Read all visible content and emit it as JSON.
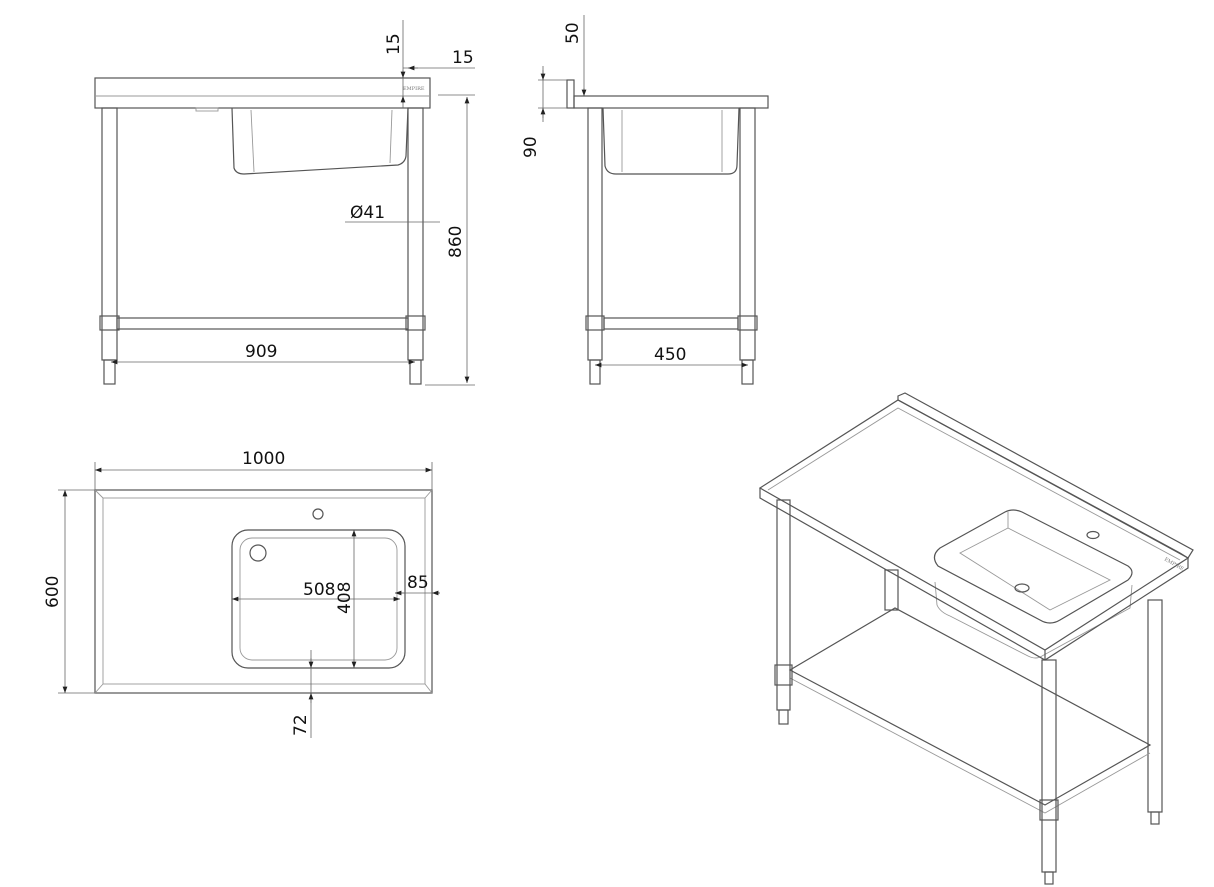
{
  "brand": "EMPIRE",
  "front_view": {
    "top_thickness": "15",
    "upstand_offset": "15",
    "leg_diameter": "Ø41",
    "height": "860",
    "leg_span": "909"
  },
  "side_view": {
    "upstand_height": "50",
    "top_depth": "90",
    "leg_span": "450"
  },
  "top_view": {
    "width": "1000",
    "depth": "600",
    "bowl_width": "508",
    "bowl_depth": "408",
    "bowl_right_offset": "85",
    "bowl_front_offset": "72"
  }
}
